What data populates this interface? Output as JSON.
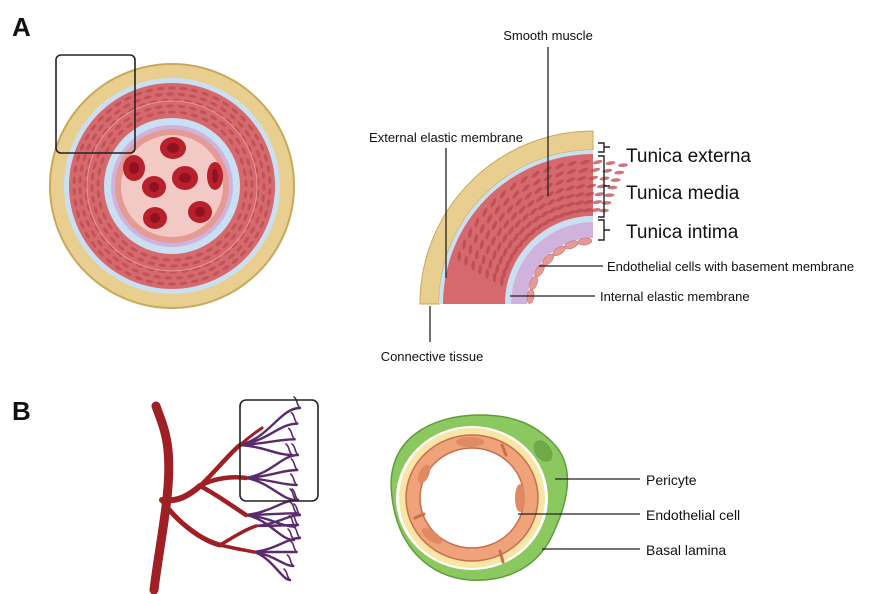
{
  "panels": {
    "a": {
      "letter": "A"
    },
    "b": {
      "letter": "B"
    }
  },
  "artery_labels": {
    "smooth_muscle": "Smooth muscle",
    "external_elastic_membrane": "External elastic membrane",
    "tunica_externa": "Tunica externa",
    "tunica_media": "Tunica media",
    "tunica_intima": "Tunica intima",
    "endothelial_basement": "Endothelial cells with basement membrane",
    "internal_elastic_membrane": "Internal elastic membrane",
    "connective_tissue": "Connective tissue"
  },
  "capillary_labels": {
    "pericyte": "Pericyte",
    "endothelial_cell": "Endothelial cell",
    "basal_lamina": "Basal lamina"
  },
  "colors": {
    "externa": "#e8cf8f",
    "externa_edge": "#c9a85c",
    "media": "#d6696d",
    "media_light": "#e59a94",
    "elastic": "#c9dff2",
    "intima": "#cfb3dc",
    "lumen": "#f3c9c5",
    "rbc": "#b8202c",
    "vessel": "#9e1f24",
    "capillary": "#5a2a6e",
    "pericyte": "#8cc860",
    "endothelium": "#f0a27a",
    "lamina": "#f7e6a6"
  }
}
